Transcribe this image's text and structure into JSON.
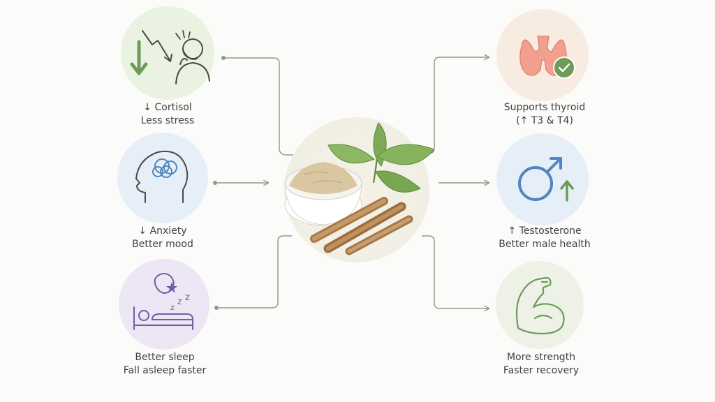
{
  "left_benefits": [
    {
      "title": "↓ Cortisol",
      "subtitle": "Less stress",
      "icon": "stress-down-icon",
      "color": "#eaf2e2"
    },
    {
      "title": "↓ Anxiety",
      "subtitle": "Better mood",
      "icon": "brain-head-icon",
      "color": "#e6eff7"
    },
    {
      "title": "Better sleep",
      "subtitle": "Fall asleep faster",
      "icon": "sleep-bed-icon",
      "color": "#ece6f5"
    }
  ],
  "right_benefits": [
    {
      "title": "Supports thyroid",
      "subtitle": "(↑ T3 & T4)",
      "icon": "thyroid-icon",
      "color": "#f8ebe2"
    },
    {
      "title": "↑ Testosterone",
      "subtitle": "Better male health",
      "icon": "male-symbol-icon",
      "color": "#e6eff7"
    },
    {
      "title": "More strength",
      "subtitle": "Faster recovery",
      "icon": "flexed-arm-icon",
      "color": "#edf1e6"
    }
  ],
  "center": {
    "icon": "ashwagandha-powder-roots-icon"
  },
  "colors": {
    "connector": "#8f9a86",
    "green": "#6e9a5a",
    "blue": "#4f86c1",
    "purple": "#6f5fa8",
    "thyroid": "#f2a08d",
    "check": "#6e9a5a",
    "line_icon": "#4a4a4a"
  }
}
